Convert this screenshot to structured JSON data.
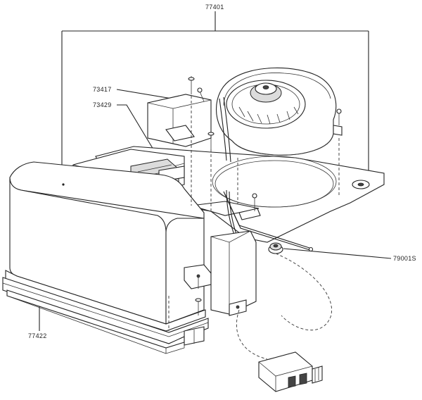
{
  "labels": {
    "assembly": "77401",
    "shield": "73417",
    "bracket": "73429",
    "grommet": "79001S",
    "base": "77422"
  }
}
